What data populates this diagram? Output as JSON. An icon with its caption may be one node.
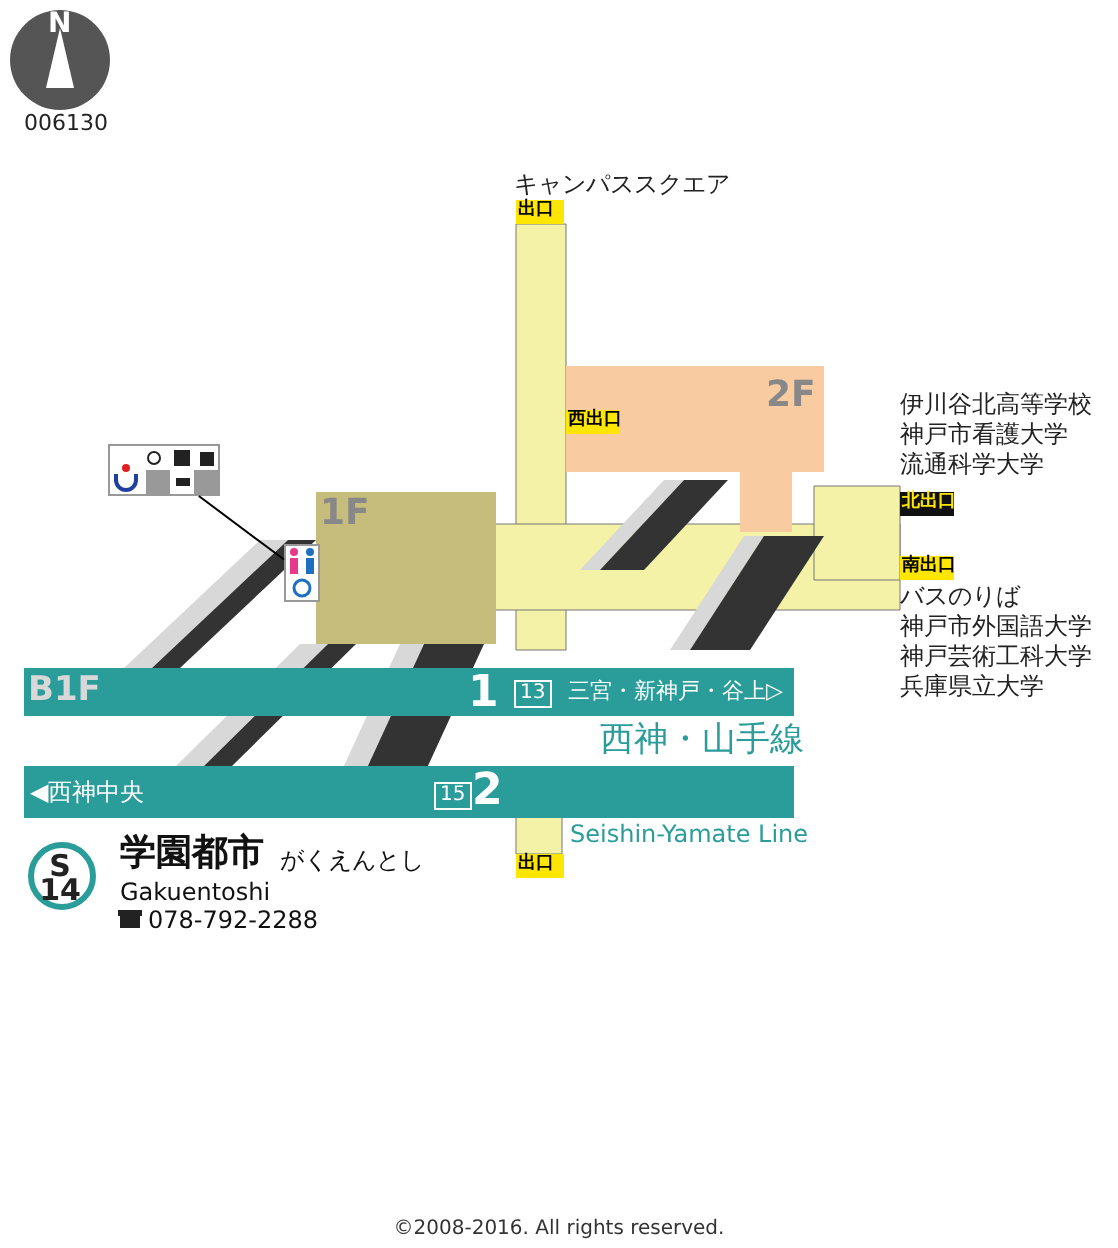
{
  "diagram": {
    "nodes": [
      {
        "text": [
          "2F"
        ]
      },
      {
        "text": [
          "西出口"
        ],
        "in": 0
      },
      {
        "text": [
          "1F"
        ]
      },
      {
        "text": [
          "B1F",
          "1",
          "13",
          "三宮・新神戸・谷上▷"
        ]
      },
      {
        "text": [
          "◀西神中央",
          "15",
          "2"
        ]
      },
      {
        "text": [
          "出口"
        ],
        "beside": [
          "キャンパススクエア"
        ]
      },
      {
        "text": [
          "北出口"
        ],
        "beside": [
          "伊川谷北高等学校",
          "神戸市看護大学",
          "流通科学大学"
        ]
      },
      {
        "text": [
          "南出口"
        ],
        "beside": [
          "バスのりば",
          "神戸市外国語大学",
          "神戸芸術工科大学",
          "兵庫県立大学"
        ]
      },
      {
        "text": [
          "出口"
        ]
      },
      {
        "text": [
          "S 14"
        ]
      },
      {
        "text": [],
        "shape": "box"
      },
      {
        "text": [],
        "shape": "box"
      }
    ],
    "edges": [
      {
        "from": 10,
        "to": 11,
        "arrow": "none"
      }
    ],
    "labels": [
      "N",
      "006130",
      "西神・山手線",
      "Seishin-Yamate Line",
      "学園都市",
      "がくえんとし",
      "Gakuentoshi",
      "078-792-2288",
      "©2008-2016. All rights reserved."
    ]
  }
}
